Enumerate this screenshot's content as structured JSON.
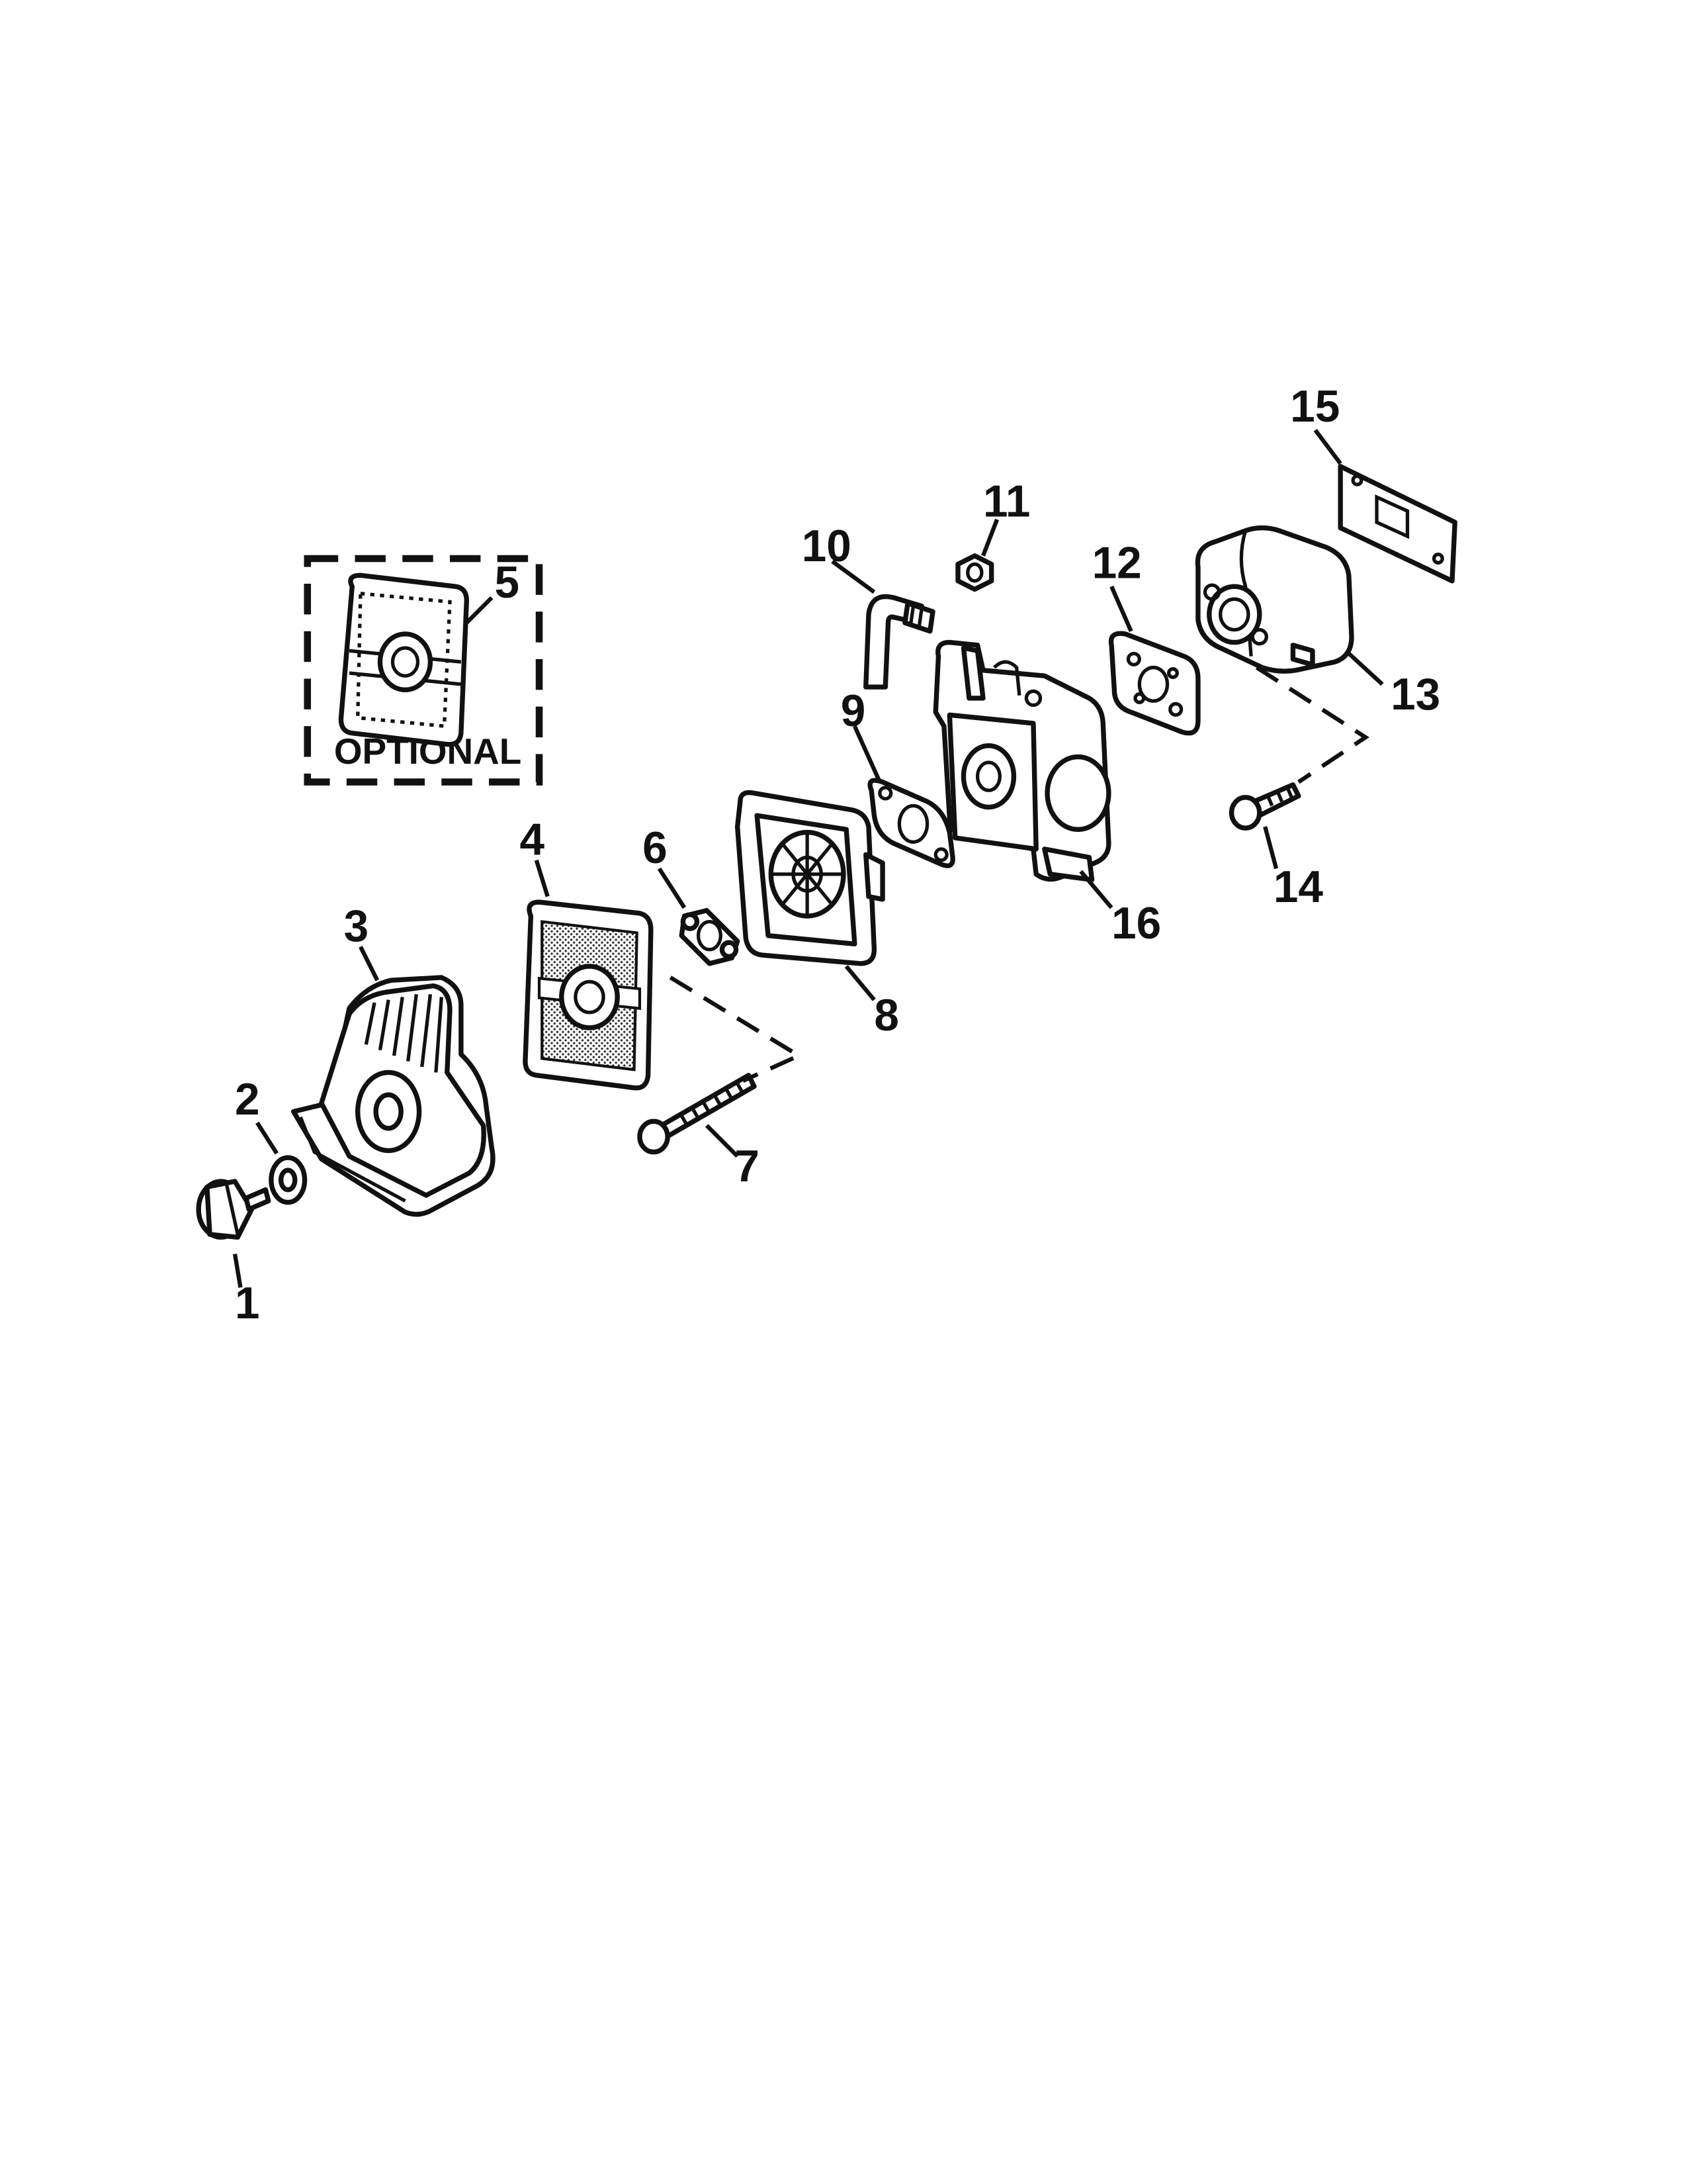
{
  "diagram": {
    "optional_label": "OPTIONAL",
    "callouts": [
      {
        "key": "1",
        "label": "1"
      },
      {
        "key": "2",
        "label": "2"
      },
      {
        "key": "3",
        "label": "3"
      },
      {
        "key": "4",
        "label": "4"
      },
      {
        "key": "5",
        "label": "5"
      },
      {
        "key": "6",
        "label": "6"
      },
      {
        "key": "7",
        "label": "7"
      },
      {
        "key": "8",
        "label": "8"
      },
      {
        "key": "9",
        "label": "9"
      },
      {
        "key": "10",
        "label": "10"
      },
      {
        "key": "11",
        "label": "11"
      },
      {
        "key": "12",
        "label": "12"
      },
      {
        "key": "13",
        "label": "13"
      },
      {
        "key": "14",
        "label": "14"
      },
      {
        "key": "15",
        "label": "15"
      },
      {
        "key": "16",
        "label": "16"
      }
    ]
  }
}
